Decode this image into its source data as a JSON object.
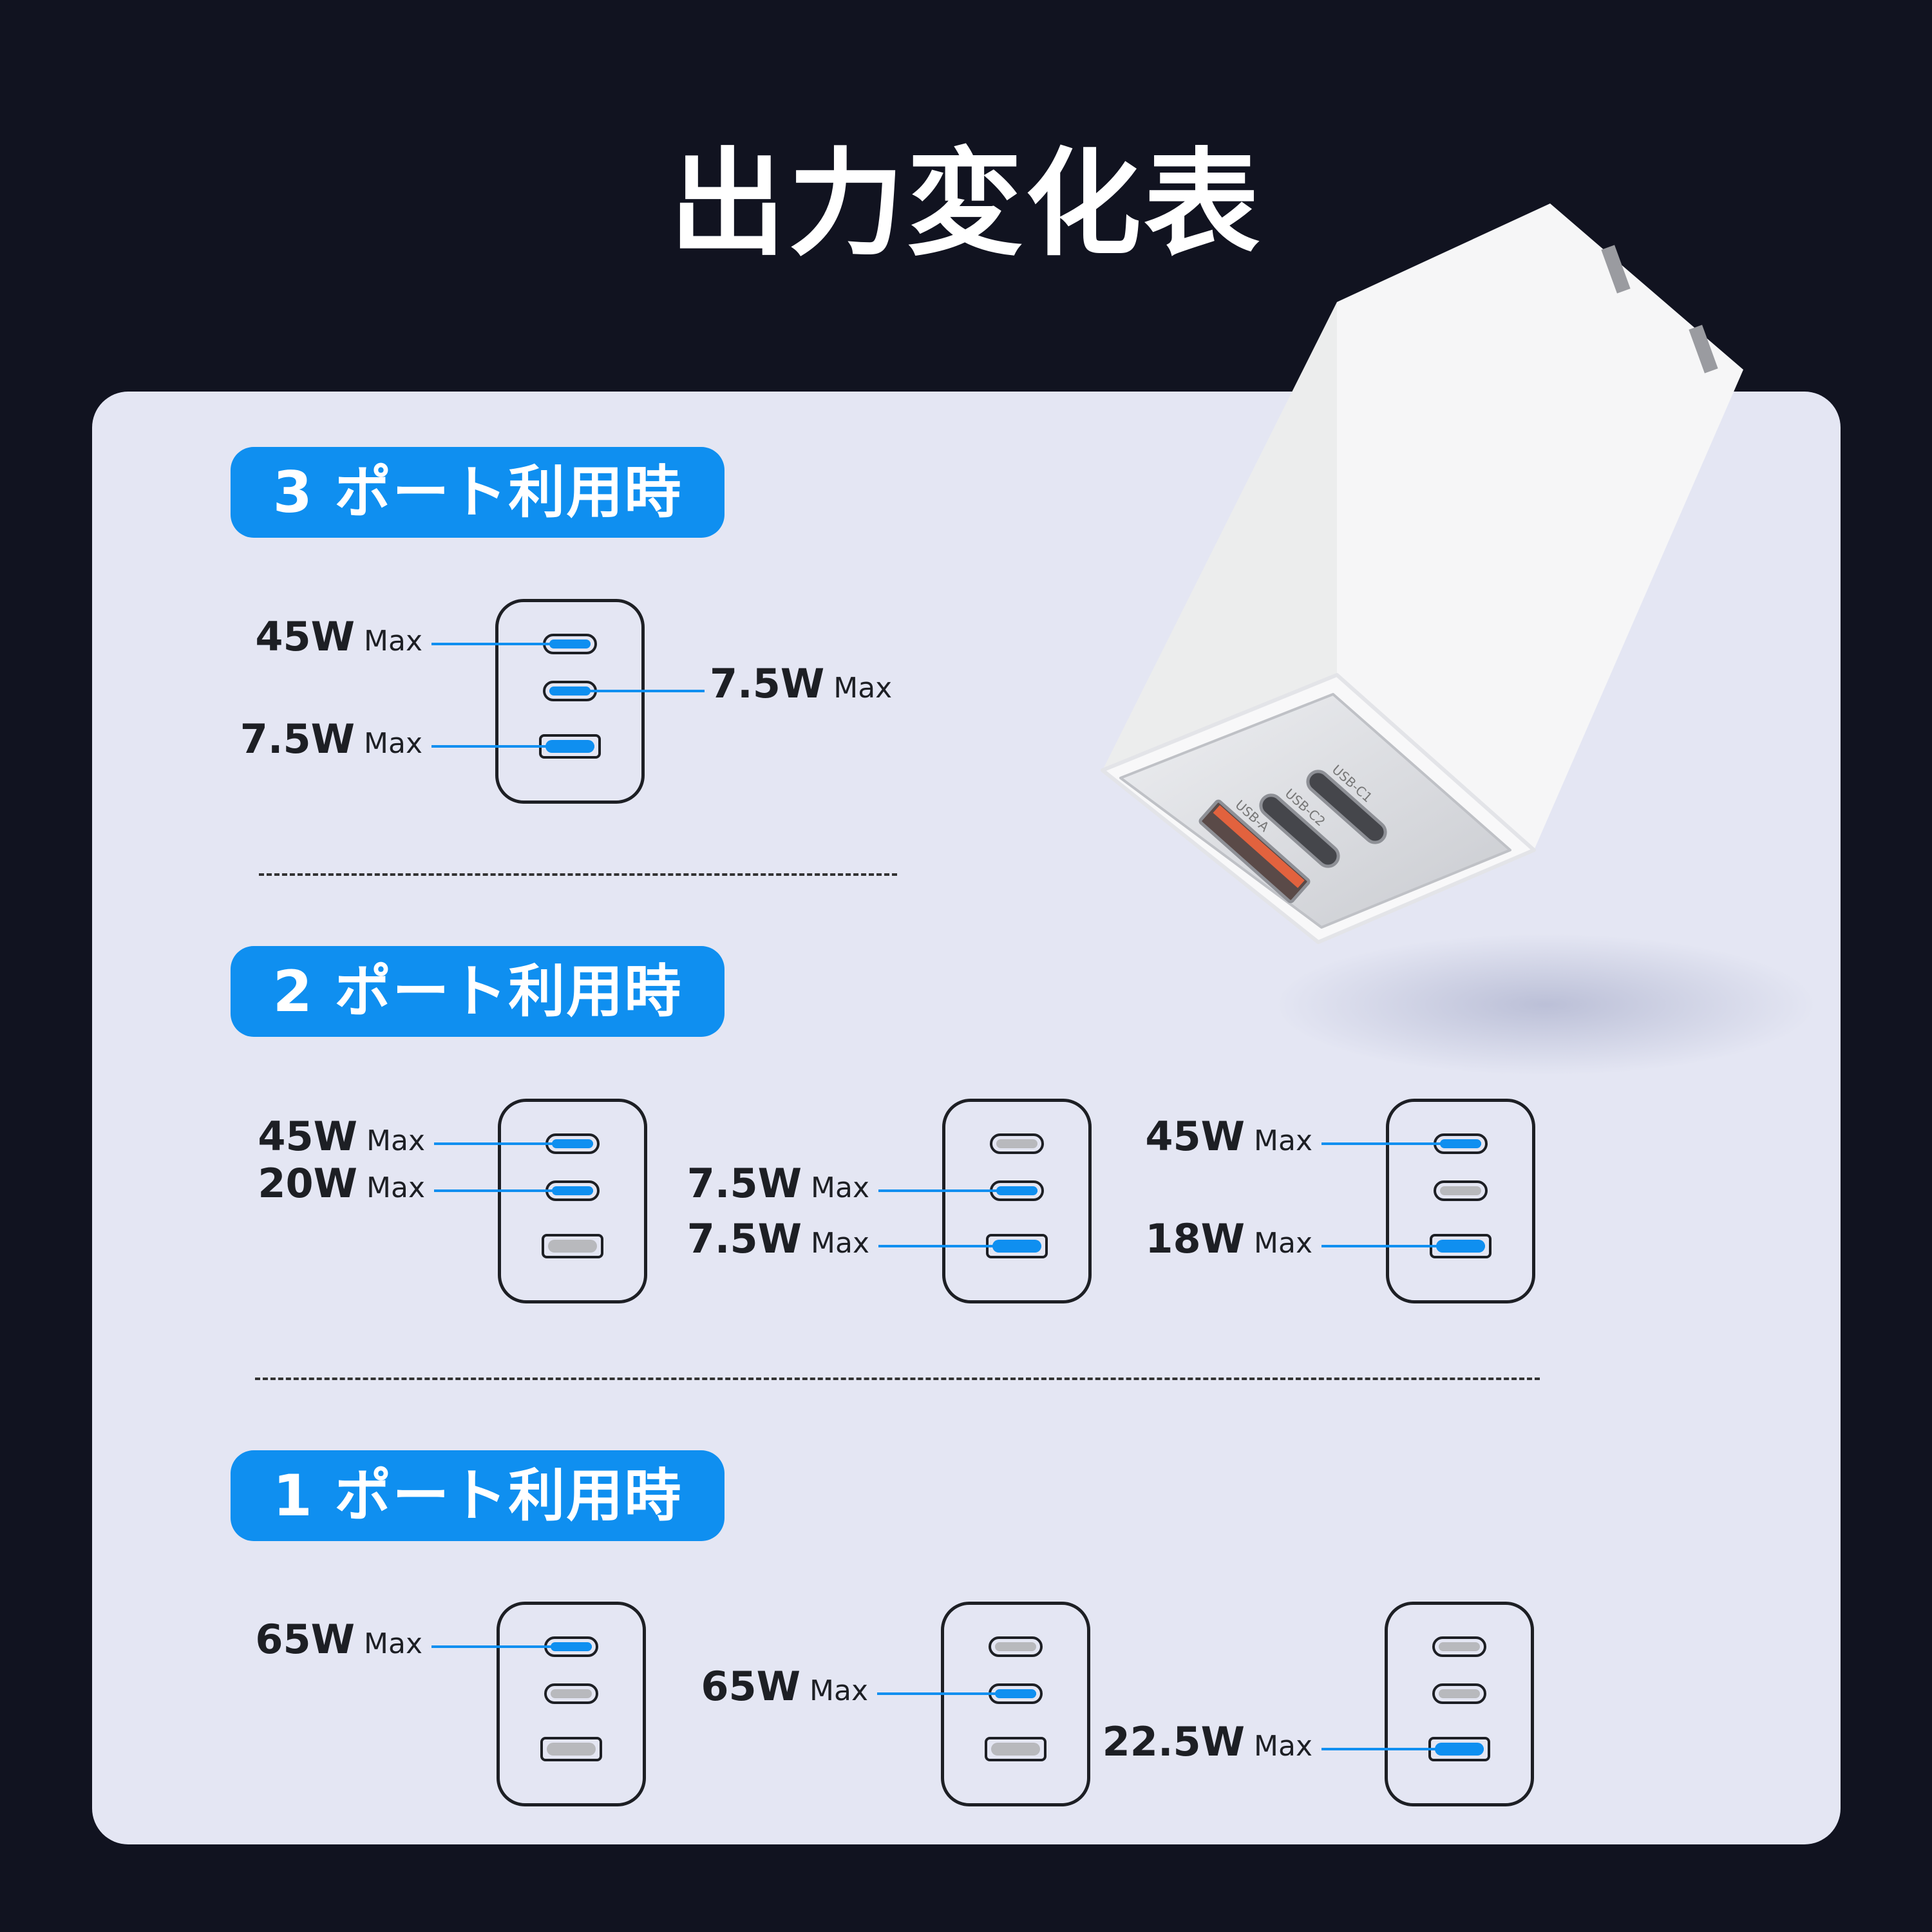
{
  "title": "出力変化表",
  "colors": {
    "background": "#111320",
    "panel": "#e4e6f3",
    "accent": "#0f8ff0",
    "inactive_port": "#b8b9bd",
    "usb_a_port": "#e2623e"
  },
  "product": {
    "port_labels": [
      "USB-C1",
      "USB-C2",
      "USB-A"
    ]
  },
  "sections": [
    {
      "badge": "3 ポート利用時",
      "diagrams": [
        {
          "active": [
            "C1",
            "C2",
            "A"
          ],
          "labels": [
            {
              "port": "C1",
              "watt": "45W",
              "max": "Max"
            },
            {
              "port": "C2",
              "watt": "7.5W",
              "max": "Max"
            },
            {
              "port": "A",
              "watt": "7.5W",
              "max": "Max"
            }
          ]
        }
      ]
    },
    {
      "badge": "2 ポート利用時",
      "diagrams": [
        {
          "active": [
            "C1",
            "C2"
          ],
          "labels": [
            {
              "port": "C1",
              "watt": "45W",
              "max": "Max"
            },
            {
              "port": "C2",
              "watt": "20W",
              "max": "Max"
            }
          ]
        },
        {
          "active": [
            "C2",
            "A"
          ],
          "labels": [
            {
              "port": "C2",
              "watt": "7.5W",
              "max": "Max"
            },
            {
              "port": "A",
              "watt": "7.5W",
              "max": "Max"
            }
          ]
        },
        {
          "active": [
            "C1",
            "A"
          ],
          "labels": [
            {
              "port": "C1",
              "watt": "45W",
              "max": "Max"
            },
            {
              "port": "A",
              "watt": "18W",
              "max": "Max"
            }
          ]
        }
      ]
    },
    {
      "badge": "1 ポート利用時",
      "diagrams": [
        {
          "active": [
            "C1"
          ],
          "labels": [
            {
              "port": "C1",
              "watt": "65W",
              "max": "Max"
            }
          ]
        },
        {
          "active": [
            "C2"
          ],
          "labels": [
            {
              "port": "C2",
              "watt": "65W",
              "max": "Max"
            }
          ]
        },
        {
          "active": [
            "A"
          ],
          "labels": [
            {
              "port": "A",
              "watt": "22.5W",
              "max": "Max"
            }
          ]
        }
      ]
    }
  ]
}
